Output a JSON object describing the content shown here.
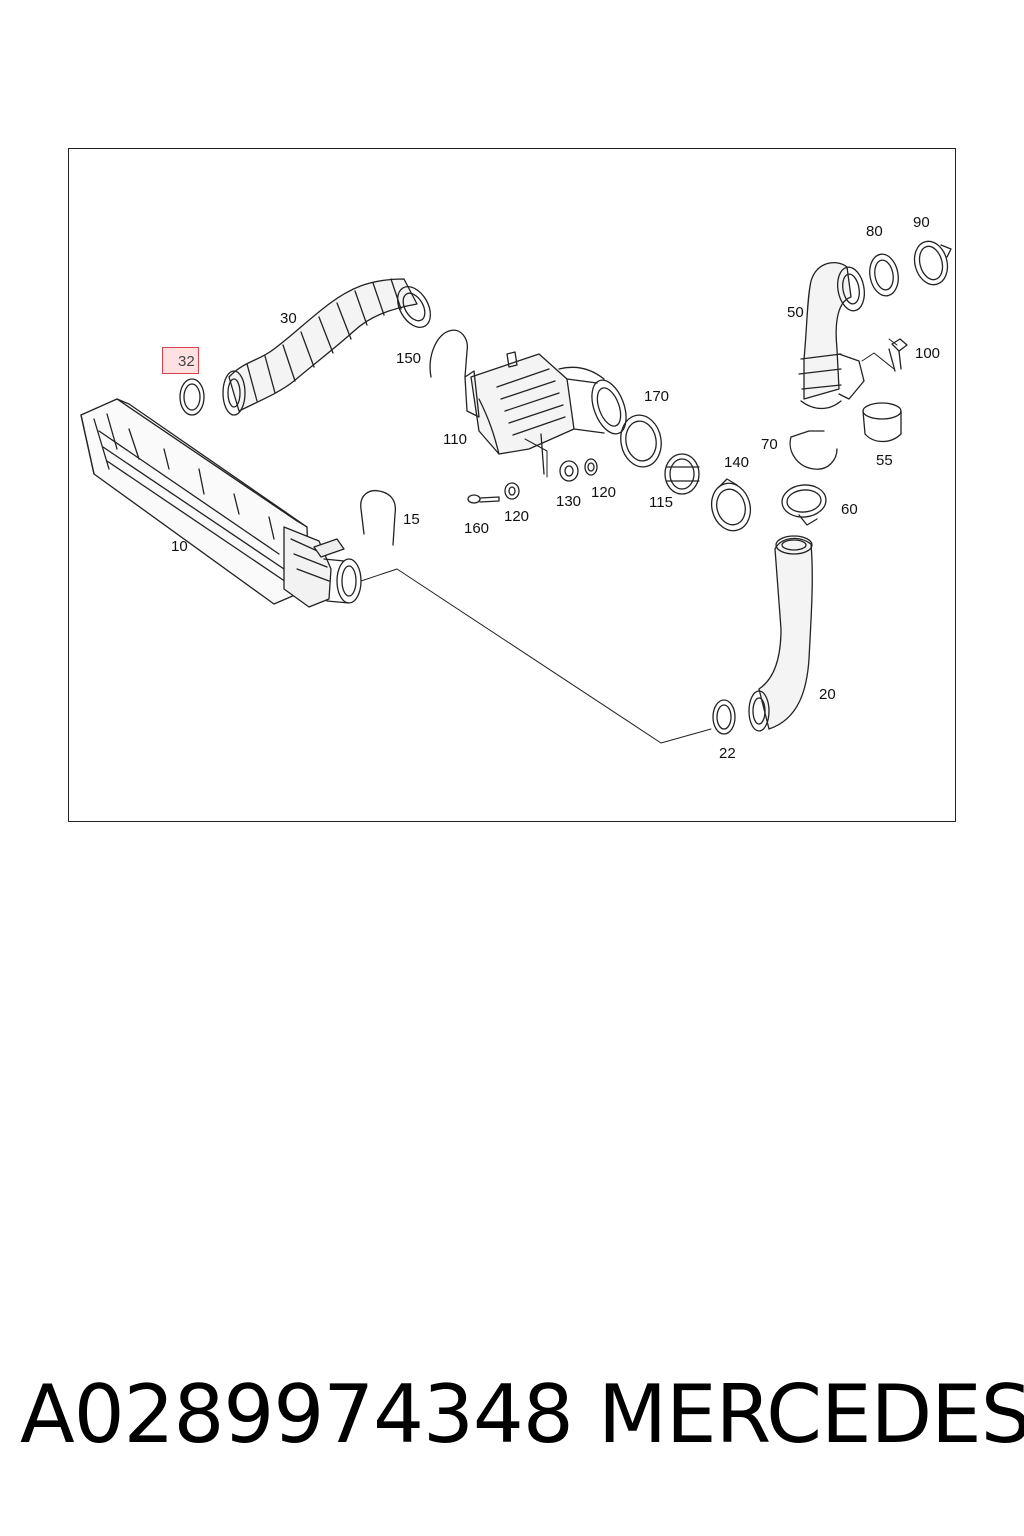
{
  "diagram": {
    "callouts": {
      "c10": "10",
      "c15": "15",
      "c20": "20",
      "c22": "22",
      "c30": "30",
      "c32": "32",
      "c50": "50",
      "c55": "55",
      "c60": "60",
      "c70": "70",
      "c80": "80",
      "c90": "90",
      "c100": "100",
      "c110": "110",
      "c115": "115",
      "c120a": "120",
      "c120b": "120",
      "c130": "130",
      "c140": "140",
      "c150": "150",
      "c160": "160",
      "c170": "170"
    },
    "highlighted_callout": "32",
    "highlight_color": "#d9424a"
  },
  "footer": {
    "part_number": "A0289974348",
    "brand": "MERCEDES"
  }
}
